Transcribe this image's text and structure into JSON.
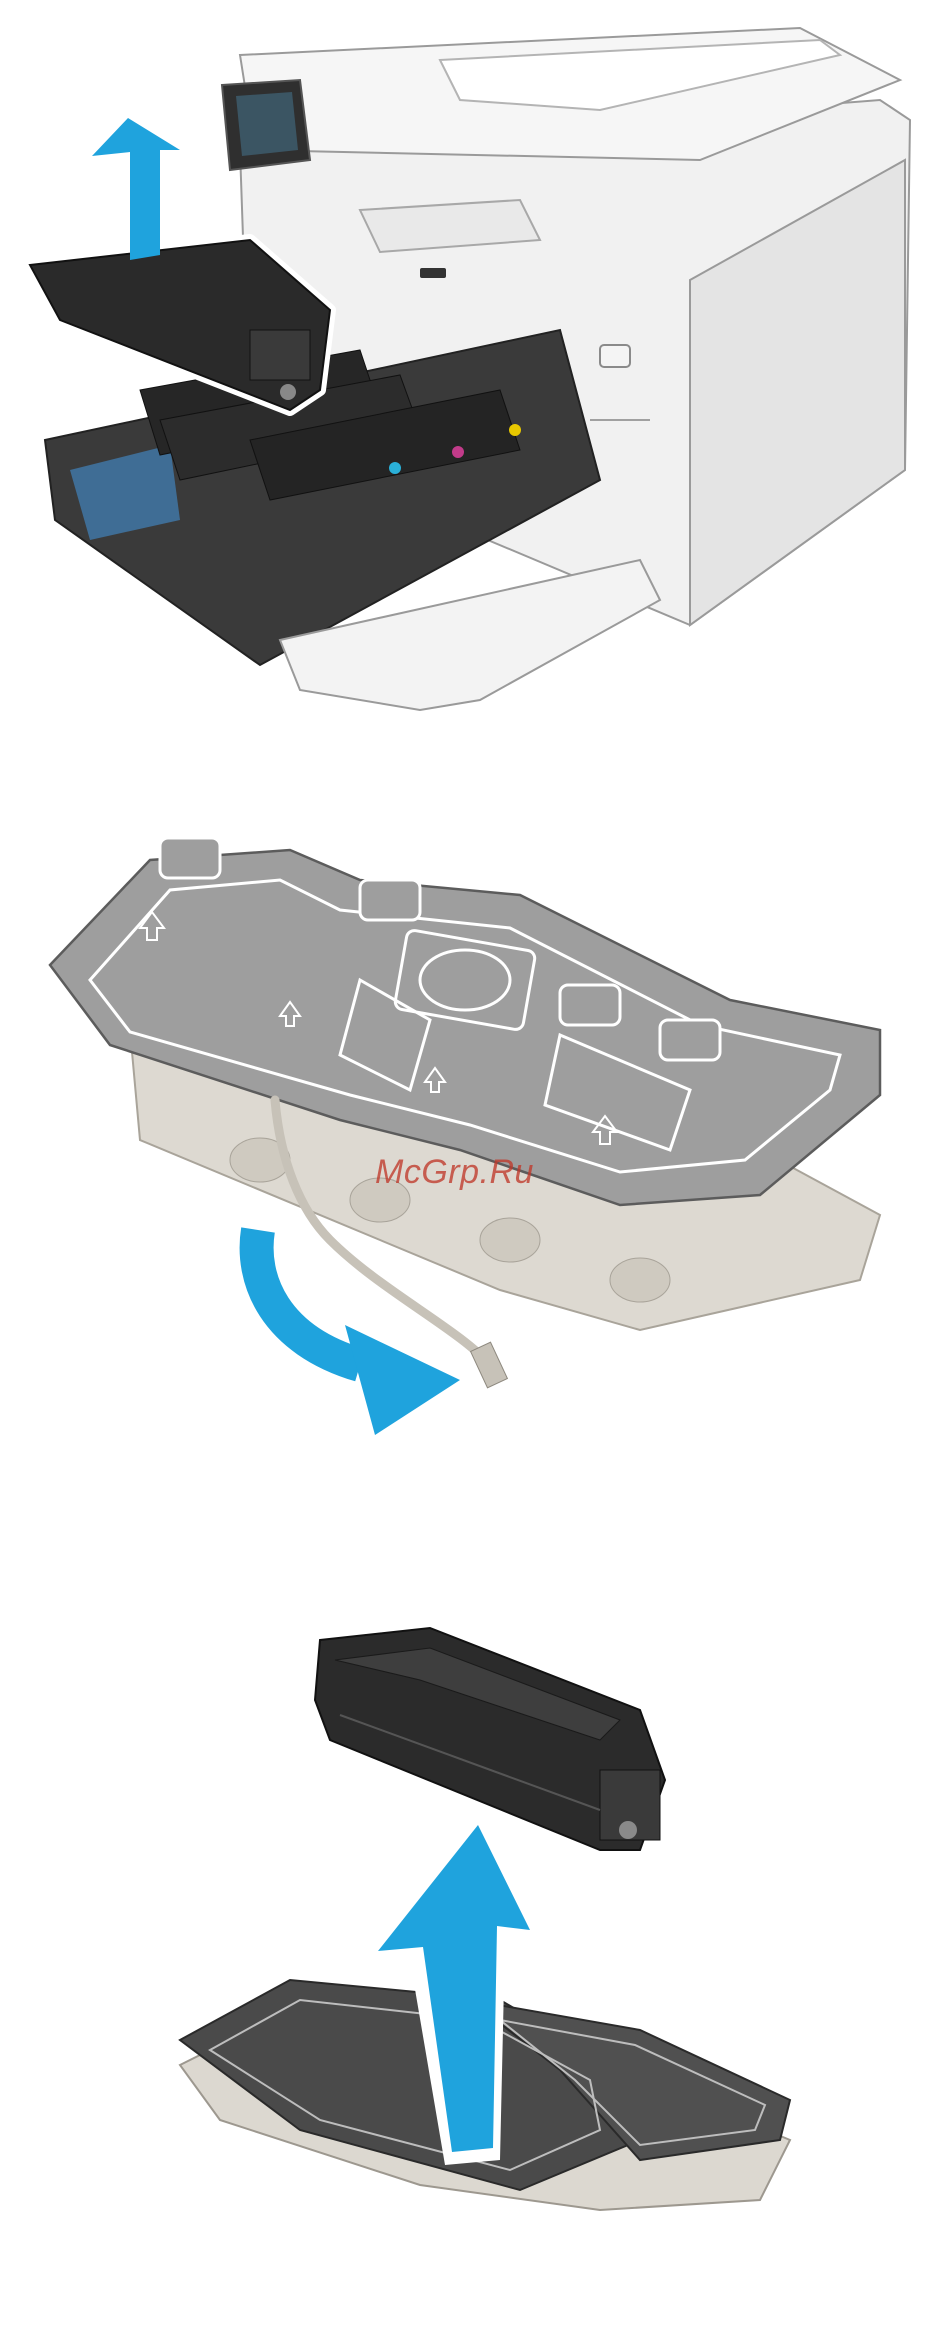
{
  "watermark": {
    "text": "McGrp.Ru"
  },
  "colors": {
    "arrow": "#1fa3dd",
    "printer_body": "#eeeeee",
    "printer_edge": "#9a9a9a",
    "cartridge": "#2a2a2a",
    "tray": "#9e9e9e",
    "tray_outline": "#ffffff",
    "packaging": "#d8d4cc"
  },
  "figures": [
    {
      "name": "printer-drawer-open",
      "icon": "arrow-up-icon"
    },
    {
      "name": "cartridge-packaging-tab",
      "icon": "curved-arrow-icon"
    },
    {
      "name": "cartridge-lifted-from-tray",
      "icon": "arrow-up-icon"
    }
  ]
}
